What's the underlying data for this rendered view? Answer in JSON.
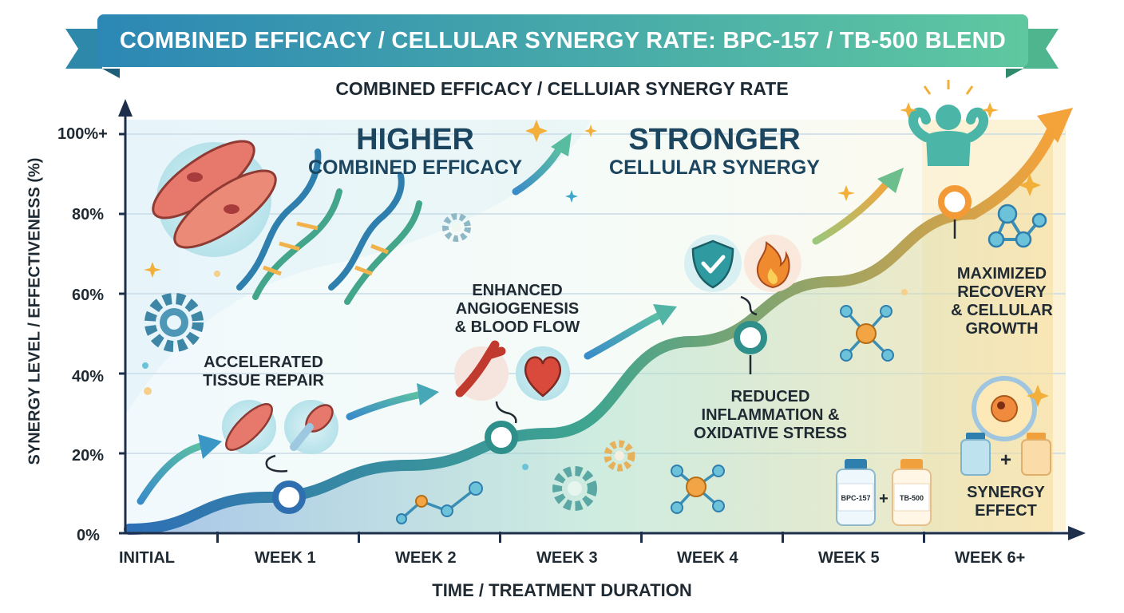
{
  "banner": {
    "title": "COMBINED EFFICACY / CELLULAR SYNERGY RATE: BPC-157 / TB-500 BLEND"
  },
  "subtitle": "COMBINED EFFICACY / CELLUIAR SYNERGY RATE",
  "headlines": {
    "left": {
      "line1": "HIGHER",
      "line2": "COMBINED EFFICACY"
    },
    "right": {
      "line1": "STRONGER",
      "line2": "CELLULAR SYNERGY"
    }
  },
  "chart_data": {
    "type": "area",
    "title": "COMBINED EFFICACY / CELLULAR SYNERGY RATE: BPC-157 / TB-500 BLEND",
    "subtitle": "COMBINED EFFICACY / CELLUIAR SYNERGY RATE",
    "xlabel": "TIME / TREATMENT DURATION",
    "ylabel": "SYNERGY LEVEL / EFFECTIVENESS (%)",
    "categories": [
      "INITIAL",
      "WEEK 1",
      "WEEK 2",
      "WEEK 3",
      "WEEK 4",
      "WEEK 5",
      "WEEK 6+"
    ],
    "yticks": [
      "0%",
      "20%",
      "40%",
      "60%",
      "80%",
      "100%+"
    ],
    "ylim": [
      0,
      100
    ],
    "grid": "horizontal",
    "series": [
      {
        "values": [
          1,
          9,
          17,
          25,
          48,
          63,
          80
        ]
      }
    ],
    "milestones": [
      {
        "x": "WEEK 1",
        "y": 9,
        "label": [
          "ACCELERATED",
          "TISSUE REPAIR"
        ]
      },
      {
        "x": "WEEK 3",
        "y": 24,
        "label": [
          "ENHANCED",
          "ANGIOGENESIS",
          "& BLOOD FLOW"
        ]
      },
      {
        "x": "WEEK 4",
        "y": 49,
        "label": [
          "REDUCED",
          "INFLAMMATION &",
          "OXIDATIVE STRESS"
        ]
      },
      {
        "x": "WEEK 6+",
        "y": 83,
        "label": [
          "MAXIMIZED",
          "RECOVERY",
          "& CELLULAR",
          "GROWTH"
        ]
      }
    ],
    "annotations": [
      {
        "label": [
          "SYNERGY",
          "EFFECT"
        ]
      }
    ],
    "vials": [
      "BPC-157",
      "TB-500"
    ],
    "colors": {
      "curve_start": "#2e6fb5",
      "curve_mid": "#3fa58f",
      "curve_end": "#f4a23a",
      "banner_start": "#2c87b4",
      "banner_end": "#5fc8a0",
      "marker_teal": "#2f8f8a",
      "marker_orange": "#f39a36"
    }
  },
  "icons": [
    "muscle-fiber-icon",
    "dna-helix-icon",
    "gear-icon",
    "muscle-icon",
    "tendon-icon",
    "blood-vessel-icon",
    "heart-icon",
    "shield-check-icon",
    "flame-icon",
    "strong-person-icon",
    "molecule-icon",
    "cell-icon",
    "vial-icon",
    "sparkle-icon"
  ]
}
